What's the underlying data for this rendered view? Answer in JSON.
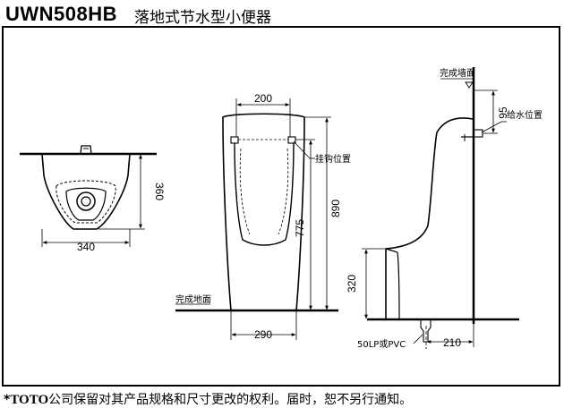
{
  "header": {
    "model": "UWN508HB",
    "description": "落地式节水型小便器"
  },
  "top_view": {
    "dim_width": "340",
    "dim_height": "360"
  },
  "front_view": {
    "dim_top_width": "200",
    "dim_bottom_width": "290",
    "dim_hanger_height": "775",
    "dim_total_height": "890",
    "label_hanger": "挂钩位置",
    "label_floor": "完成地面"
  },
  "side_view": {
    "label_wall": "完成墙面",
    "label_supply": "给水位置",
    "dim_supply_offset": "95",
    "dim_base_height": "320",
    "dim_drain_offset": "210",
    "label_drain": "50LP或PVC"
  },
  "footer": {
    "star": "*",
    "brand": "TOTO",
    "notice": "公司保留对其产品规格和尺寸更改的权利。届时，恕不另行通知。"
  }
}
